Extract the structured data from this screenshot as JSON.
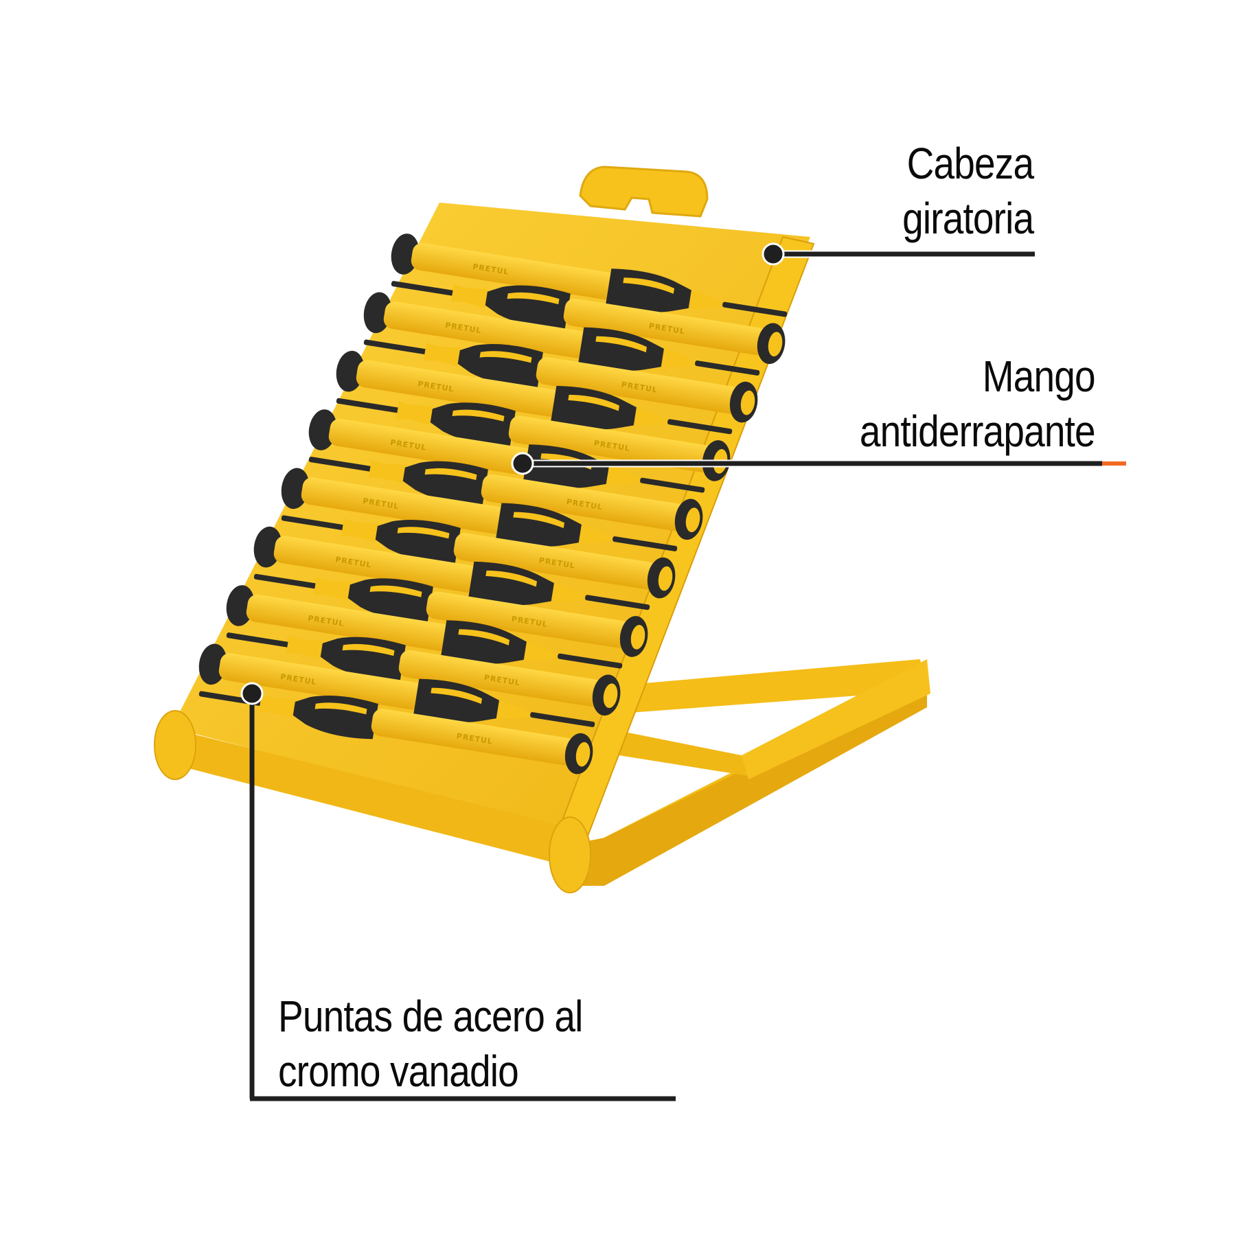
{
  "product": {
    "brand_mark": "PRETUL",
    "description": "Precision screwdriver set in yellow case with fold-out stand",
    "colors": {
      "case_yellow": "#f7c21b",
      "case_shadow": "#e0a810",
      "grip_black": "#2a2a2a",
      "callout_line": "#1f1f1f",
      "accent_orange": "#f26a21",
      "background": "#ffffff"
    },
    "screwdriver_count": 16
  },
  "callouts": [
    {
      "id": "cabeza",
      "lines": [
        "Cabeza",
        "giratoria"
      ],
      "target": "swivel cap"
    },
    {
      "id": "mango",
      "lines": [
        "Mango",
        "antiderrapante"
      ],
      "target": "non-slip handle"
    },
    {
      "id": "puntas",
      "lines": [
        "Puntas de acero al",
        "cromo vanadio"
      ],
      "target": "chrome vanadium steel tips"
    }
  ]
}
